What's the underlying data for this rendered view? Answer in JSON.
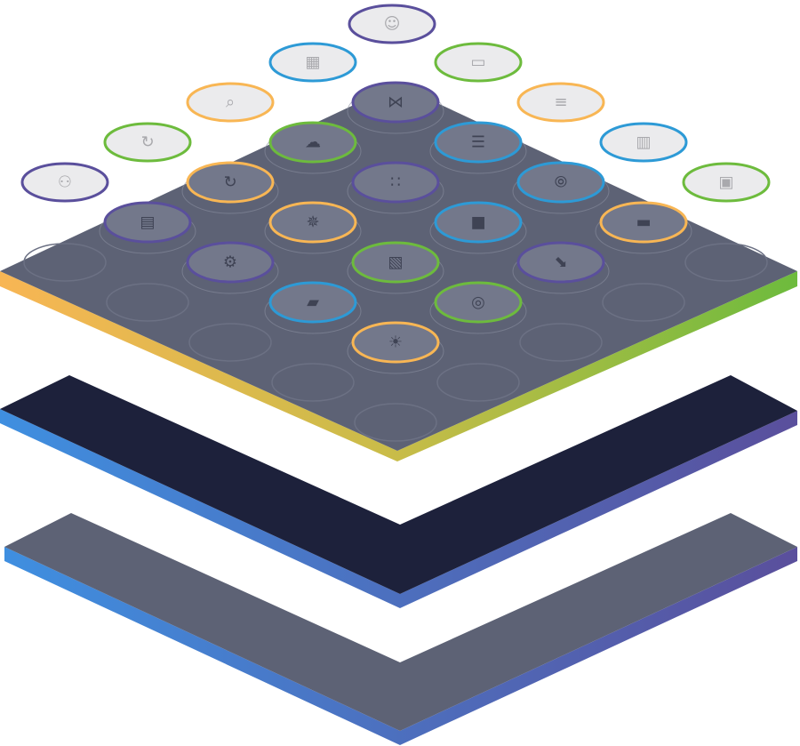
{
  "colors": {
    "purple": "#5a4f9c",
    "blue": "#2d9ad6",
    "green": "#6dbb3d",
    "orange": "#f8b654",
    "plate": "#5d6275",
    "navy": "#1d213b",
    "bubble_fill": "#ebebed",
    "icon_gray": "#a9a9ad"
  },
  "floating_icons": [
    {
      "icon": "user-icon",
      "color": "purple"
    },
    {
      "icon": "globe-grid-icon",
      "color": "blue"
    },
    {
      "icon": "monitor-icon",
      "color": "green"
    },
    {
      "icon": "search-icon",
      "color": "orange"
    },
    {
      "icon": "menu-bars-icon",
      "color": "orange"
    },
    {
      "icon": "refresh-icon",
      "color": "green"
    },
    {
      "icon": "server-rack-icon",
      "color": "blue"
    },
    {
      "icon": "users-icon",
      "color": "purple"
    },
    {
      "icon": "dashboard-icon",
      "color": "green"
    }
  ],
  "plate_icons": [
    {
      "icon": "bowtie-icon",
      "color": "purple"
    },
    {
      "icon": "list-icon",
      "color": "blue"
    },
    {
      "icon": "fingerprint-icon",
      "color": "blue"
    },
    {
      "icon": "card-icon",
      "color": "orange"
    },
    {
      "icon": "cloud-icon",
      "color": "green"
    },
    {
      "icon": "loading-dots-icon",
      "color": "purple"
    },
    {
      "icon": "folder-icon",
      "color": "blue"
    },
    {
      "icon": "download-arrow-icon",
      "color": "purple"
    },
    {
      "icon": "sync-icon",
      "color": "orange"
    },
    {
      "icon": "spinner-icon",
      "color": "orange"
    },
    {
      "icon": "image-icon",
      "color": "green"
    },
    {
      "icon": "target-icon",
      "color": "green"
    },
    {
      "icon": "id-card-icon",
      "color": "purple"
    },
    {
      "icon": "gear-icon",
      "color": "purple"
    },
    {
      "icon": "bookmark-icon",
      "color": "blue"
    },
    {
      "icon": "lightbulb-icon",
      "color": "orange"
    }
  ]
}
